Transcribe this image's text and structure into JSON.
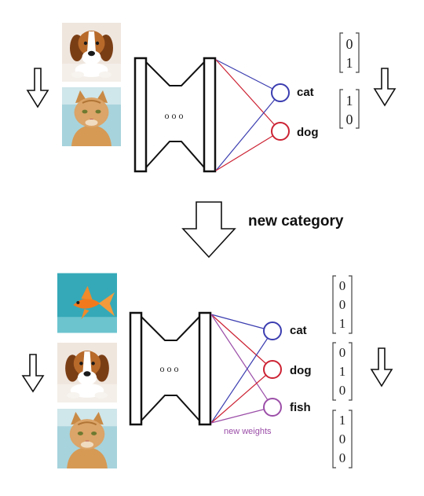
{
  "top": {
    "classes": [
      {
        "label": "cat",
        "color": "#3b3db0"
      },
      {
        "label": "dog",
        "color": "#cc2233"
      }
    ],
    "node_dots": "ooo",
    "vectors": [
      [
        "0",
        "1"
      ],
      [
        "1",
        "0"
      ]
    ]
  },
  "middle": {
    "label": "new category"
  },
  "bottom": {
    "classes": [
      {
        "label": "cat",
        "color": "#3b3db0"
      },
      {
        "label": "dog",
        "color": "#cc2233"
      },
      {
        "label": "fish",
        "color": "#9b4ea8"
      }
    ],
    "node_dots": "ooo",
    "weights_note": "new weights",
    "weights_color": "#9b4ea8",
    "vectors": [
      [
        "0",
        "0",
        "1"
      ],
      [
        "0",
        "1",
        "0"
      ],
      [
        "1",
        "0",
        "0"
      ]
    ]
  },
  "images": {
    "top": [
      "beagle-photo",
      "cat-photo"
    ],
    "bottom": [
      "goldfish-photo",
      "beagle-photo",
      "cat-photo"
    ]
  }
}
